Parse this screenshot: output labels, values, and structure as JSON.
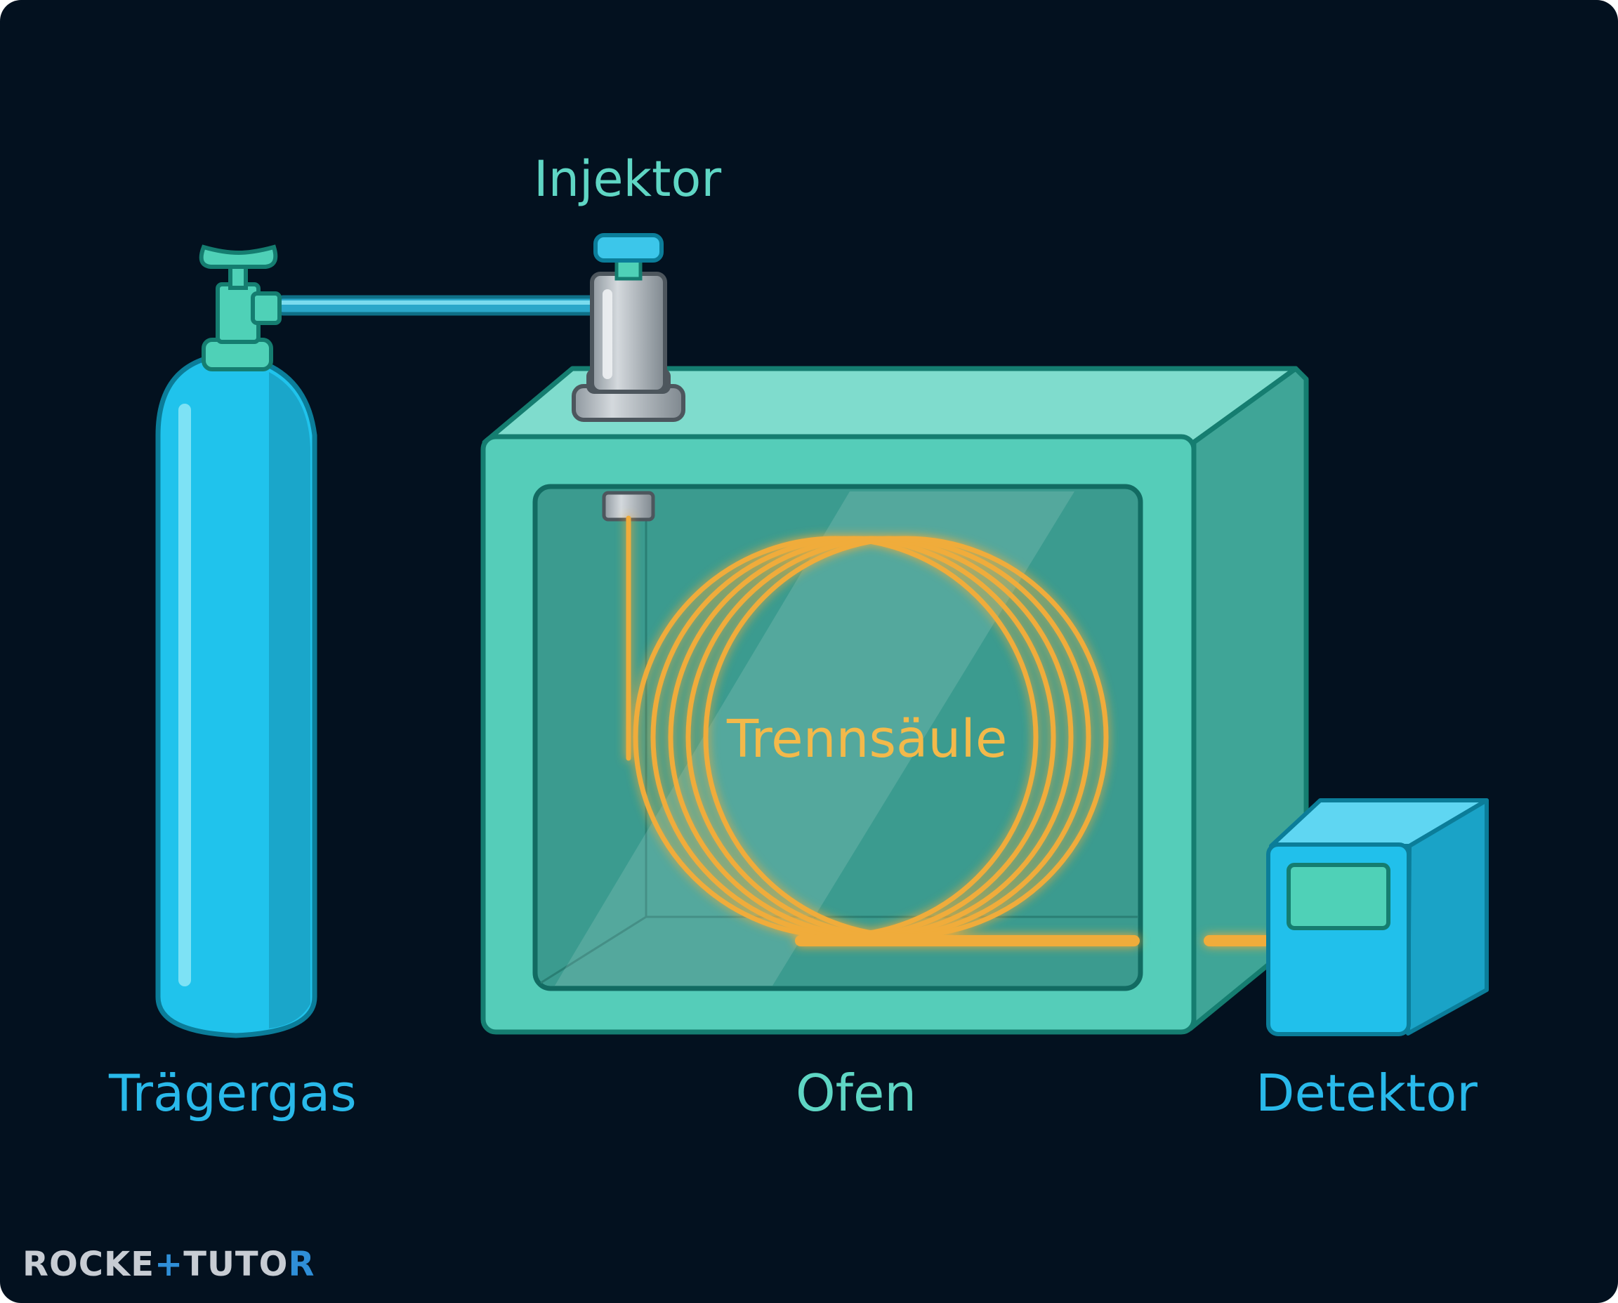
{
  "labels": {
    "injector": "Injektor",
    "carrier_gas": "Trägergas",
    "oven": "Ofen",
    "detector": "Detektor",
    "column": "Trennsäule"
  },
  "logo": {
    "part1": "ROCKE",
    "plus": "+",
    "part2": "TUTO",
    "end": "R"
  },
  "colors": {
    "background": "#03111f",
    "cylinder": "#20c3ec",
    "oven": "#55cdb9",
    "column": "#f0ac3a",
    "detector": "#21c0eb",
    "label_cyan": "#29b9ea",
    "label_teal": "#5fd6c4",
    "label_orange": "#f3b94a"
  },
  "icons": [
    "gas-cylinder-icon",
    "injector-icon",
    "oven-icon",
    "column-coil-icon",
    "detector-icon"
  ]
}
